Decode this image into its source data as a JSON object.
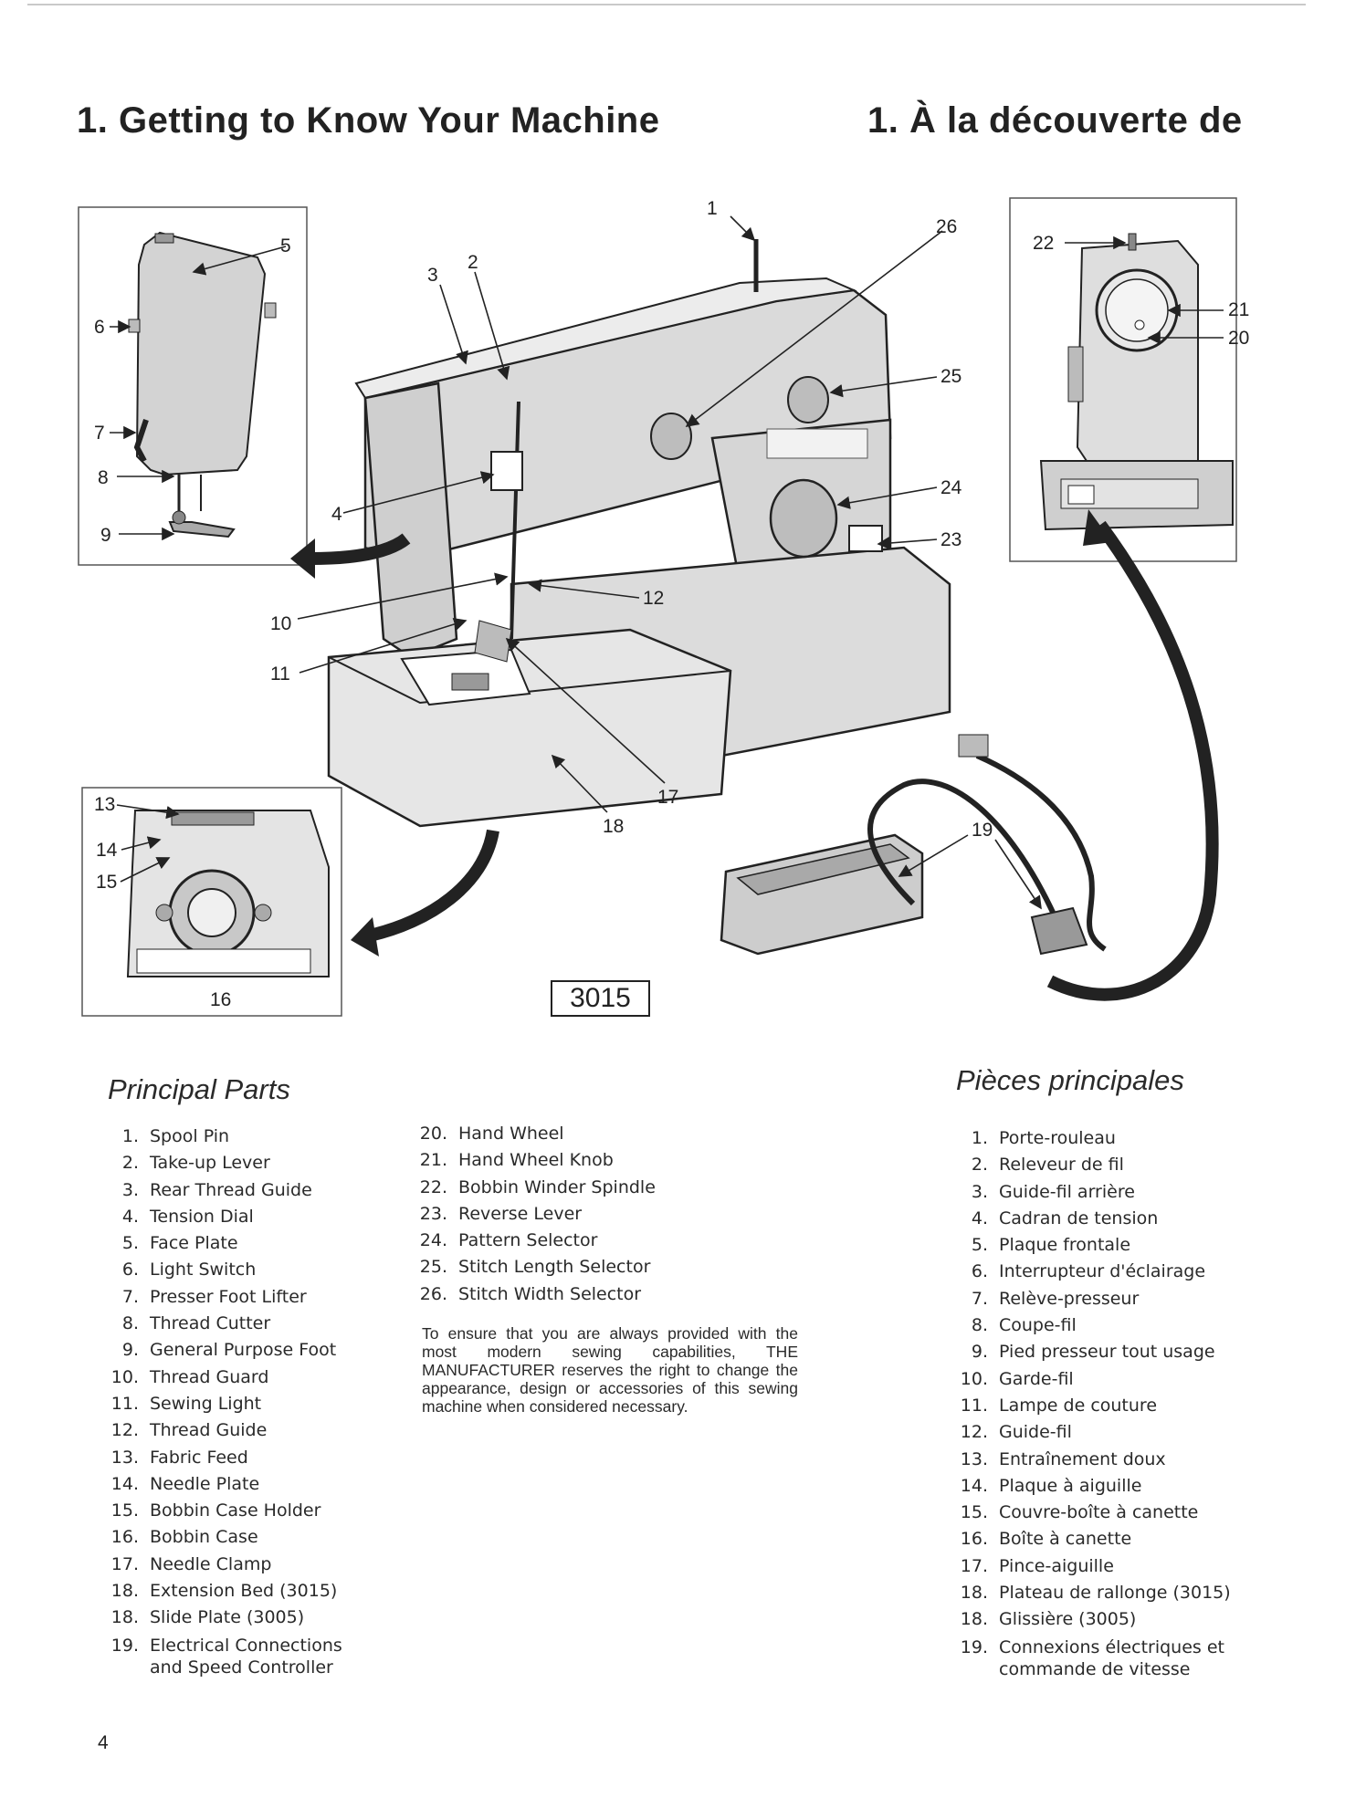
{
  "header": {
    "title_en": "1. Getting to Know Your Machine",
    "title_fr": "1. À la découverte de"
  },
  "figure": {
    "model_badge": "3015",
    "callouts": [
      "1",
      "2",
      "3",
      "4",
      "5",
      "6",
      "7",
      "8",
      "9",
      "10",
      "11",
      "12",
      "13",
      "14",
      "15",
      "16",
      "17",
      "18",
      "19",
      "20",
      "21",
      "22",
      "23",
      "24",
      "25",
      "26"
    ]
  },
  "english": {
    "heading": "Principal Parts",
    "parts_col1": [
      {
        "num": "1.",
        "name": "Spool Pin"
      },
      {
        "num": "2.",
        "name": "Take-up Lever"
      },
      {
        "num": "3.",
        "name": "Rear Thread Guide"
      },
      {
        "num": "4.",
        "name": "Tension Dial"
      },
      {
        "num": "5.",
        "name": "Face Plate"
      },
      {
        "num": "6.",
        "name": "Light Switch"
      },
      {
        "num": "7.",
        "name": "Presser Foot Lifter"
      },
      {
        "num": "8.",
        "name": "Thread Cutter"
      },
      {
        "num": "9.",
        "name": "General Purpose Foot"
      },
      {
        "num": "10.",
        "name": "Thread Guard"
      },
      {
        "num": "11.",
        "name": "Sewing Light"
      },
      {
        "num": "12.",
        "name": "Thread Guide"
      },
      {
        "num": "13.",
        "name": "Fabric Feed"
      },
      {
        "num": "14.",
        "name": "Needle Plate"
      },
      {
        "num": "15.",
        "name": "Bobbin Case Holder"
      },
      {
        "num": "16.",
        "name": "Bobbin Case"
      },
      {
        "num": "17.",
        "name": "Needle Clamp"
      },
      {
        "num": "18.",
        "name": "Extension Bed (3015)"
      },
      {
        "num": "18.",
        "name": "Slide Plate (3005)"
      },
      {
        "num": "19.",
        "name": "Electrical Connections\nand Speed Controller"
      }
    ],
    "parts_col2": [
      {
        "num": "20.",
        "name": "Hand Wheel"
      },
      {
        "num": "21.",
        "name": "Hand Wheel Knob"
      },
      {
        "num": "22.",
        "name": "Bobbin Winder Spindle"
      },
      {
        "num": "23.",
        "name": "Reverse Lever"
      },
      {
        "num": "24.",
        "name": "Pattern Selector"
      },
      {
        "num": "25.",
        "name": "Stitch Length Selector"
      },
      {
        "num": "26.",
        "name": "Stitch Width Selector"
      }
    ],
    "notice": "To ensure that you are always provided with the most modern sewing capabilities, THE MANUFACTURER reserves the right to change the appearance, design or accessories of this sewing machine when considered necessary."
  },
  "french": {
    "heading": "Pièces principales",
    "parts": [
      {
        "num": "1.",
        "name": "Porte-rouleau"
      },
      {
        "num": "2.",
        "name": "Releveur de fil"
      },
      {
        "num": "3.",
        "name": "Guide-fil arrière"
      },
      {
        "num": "4.",
        "name": "Cadran de tension"
      },
      {
        "num": "5.",
        "name": "Plaque frontale"
      },
      {
        "num": "6.",
        "name": "Interrupteur d'éclairage"
      },
      {
        "num": "7.",
        "name": "Relève-presseur"
      },
      {
        "num": "8.",
        "name": "Coupe-fil"
      },
      {
        "num": "9.",
        "name": "Pied presseur tout usage"
      },
      {
        "num": "10.",
        "name": "Garde-fil"
      },
      {
        "num": "11.",
        "name": "Lampe de couture"
      },
      {
        "num": "12.",
        "name": "Guide-fil"
      },
      {
        "num": "13.",
        "name": "Entraînement doux"
      },
      {
        "num": "14.",
        "name": "Plaque à aiguille"
      },
      {
        "num": "15.",
        "name": "Couvre-boîte à canette"
      },
      {
        "num": "16.",
        "name": "Boîte à canette"
      },
      {
        "num": "17.",
        "name": "Pince-aiguille"
      },
      {
        "num": "18.",
        "name": "Plateau de rallonge (3015)"
      },
      {
        "num": "18.",
        "name": "Glissière (3005)"
      },
      {
        "num": "19.",
        "name": "Connexions électriques et\ncommande de vitesse"
      }
    ]
  },
  "footer": {
    "page_number": "4"
  }
}
